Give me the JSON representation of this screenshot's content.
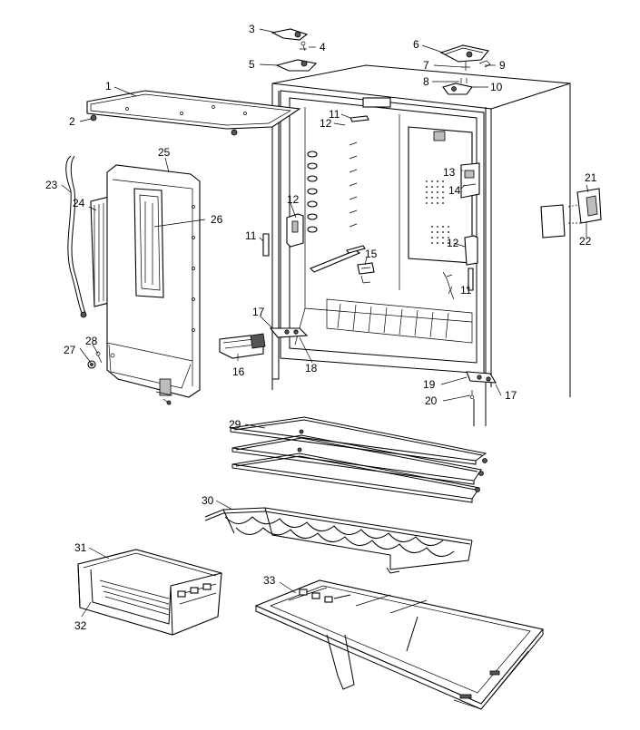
{
  "callouts": [
    {
      "id": "c1",
      "label": "1"
    },
    {
      "id": "c2",
      "label": "2"
    },
    {
      "id": "c3",
      "label": "3"
    },
    {
      "id": "c4",
      "label": "4"
    },
    {
      "id": "c5",
      "label": "5"
    },
    {
      "id": "c6",
      "label": "6"
    },
    {
      "id": "c7",
      "label": "7"
    },
    {
      "id": "c8",
      "label": "8"
    },
    {
      "id": "c9",
      "label": "9"
    },
    {
      "id": "c10",
      "label": "10"
    },
    {
      "id": "c11a",
      "label": "11"
    },
    {
      "id": "c11b",
      "label": "11"
    },
    {
      "id": "c11c",
      "label": "11"
    },
    {
      "id": "c12a",
      "label": "12"
    },
    {
      "id": "c12b",
      "label": "12"
    },
    {
      "id": "c12c",
      "label": "12"
    },
    {
      "id": "c13",
      "label": "13"
    },
    {
      "id": "c14",
      "label": "14"
    },
    {
      "id": "c15",
      "label": "15"
    },
    {
      "id": "c16",
      "label": "16"
    },
    {
      "id": "c17a",
      "label": "17"
    },
    {
      "id": "c17b",
      "label": "17"
    },
    {
      "id": "c18",
      "label": "18"
    },
    {
      "id": "c19",
      "label": "19"
    },
    {
      "id": "c20",
      "label": "20"
    },
    {
      "id": "c21",
      "label": "21"
    },
    {
      "id": "c22",
      "label": "22"
    },
    {
      "id": "c23",
      "label": "23"
    },
    {
      "id": "c24",
      "label": "24"
    },
    {
      "id": "c25",
      "label": "25"
    },
    {
      "id": "c26",
      "label": "26"
    },
    {
      "id": "c27",
      "label": "27"
    },
    {
      "id": "c28",
      "label": "28"
    },
    {
      "id": "c29",
      "label": "29"
    },
    {
      "id": "c30",
      "label": "30"
    },
    {
      "id": "c31",
      "label": "31"
    },
    {
      "id": "c32",
      "label": "32"
    },
    {
      "id": "c33",
      "label": "33"
    }
  ]
}
